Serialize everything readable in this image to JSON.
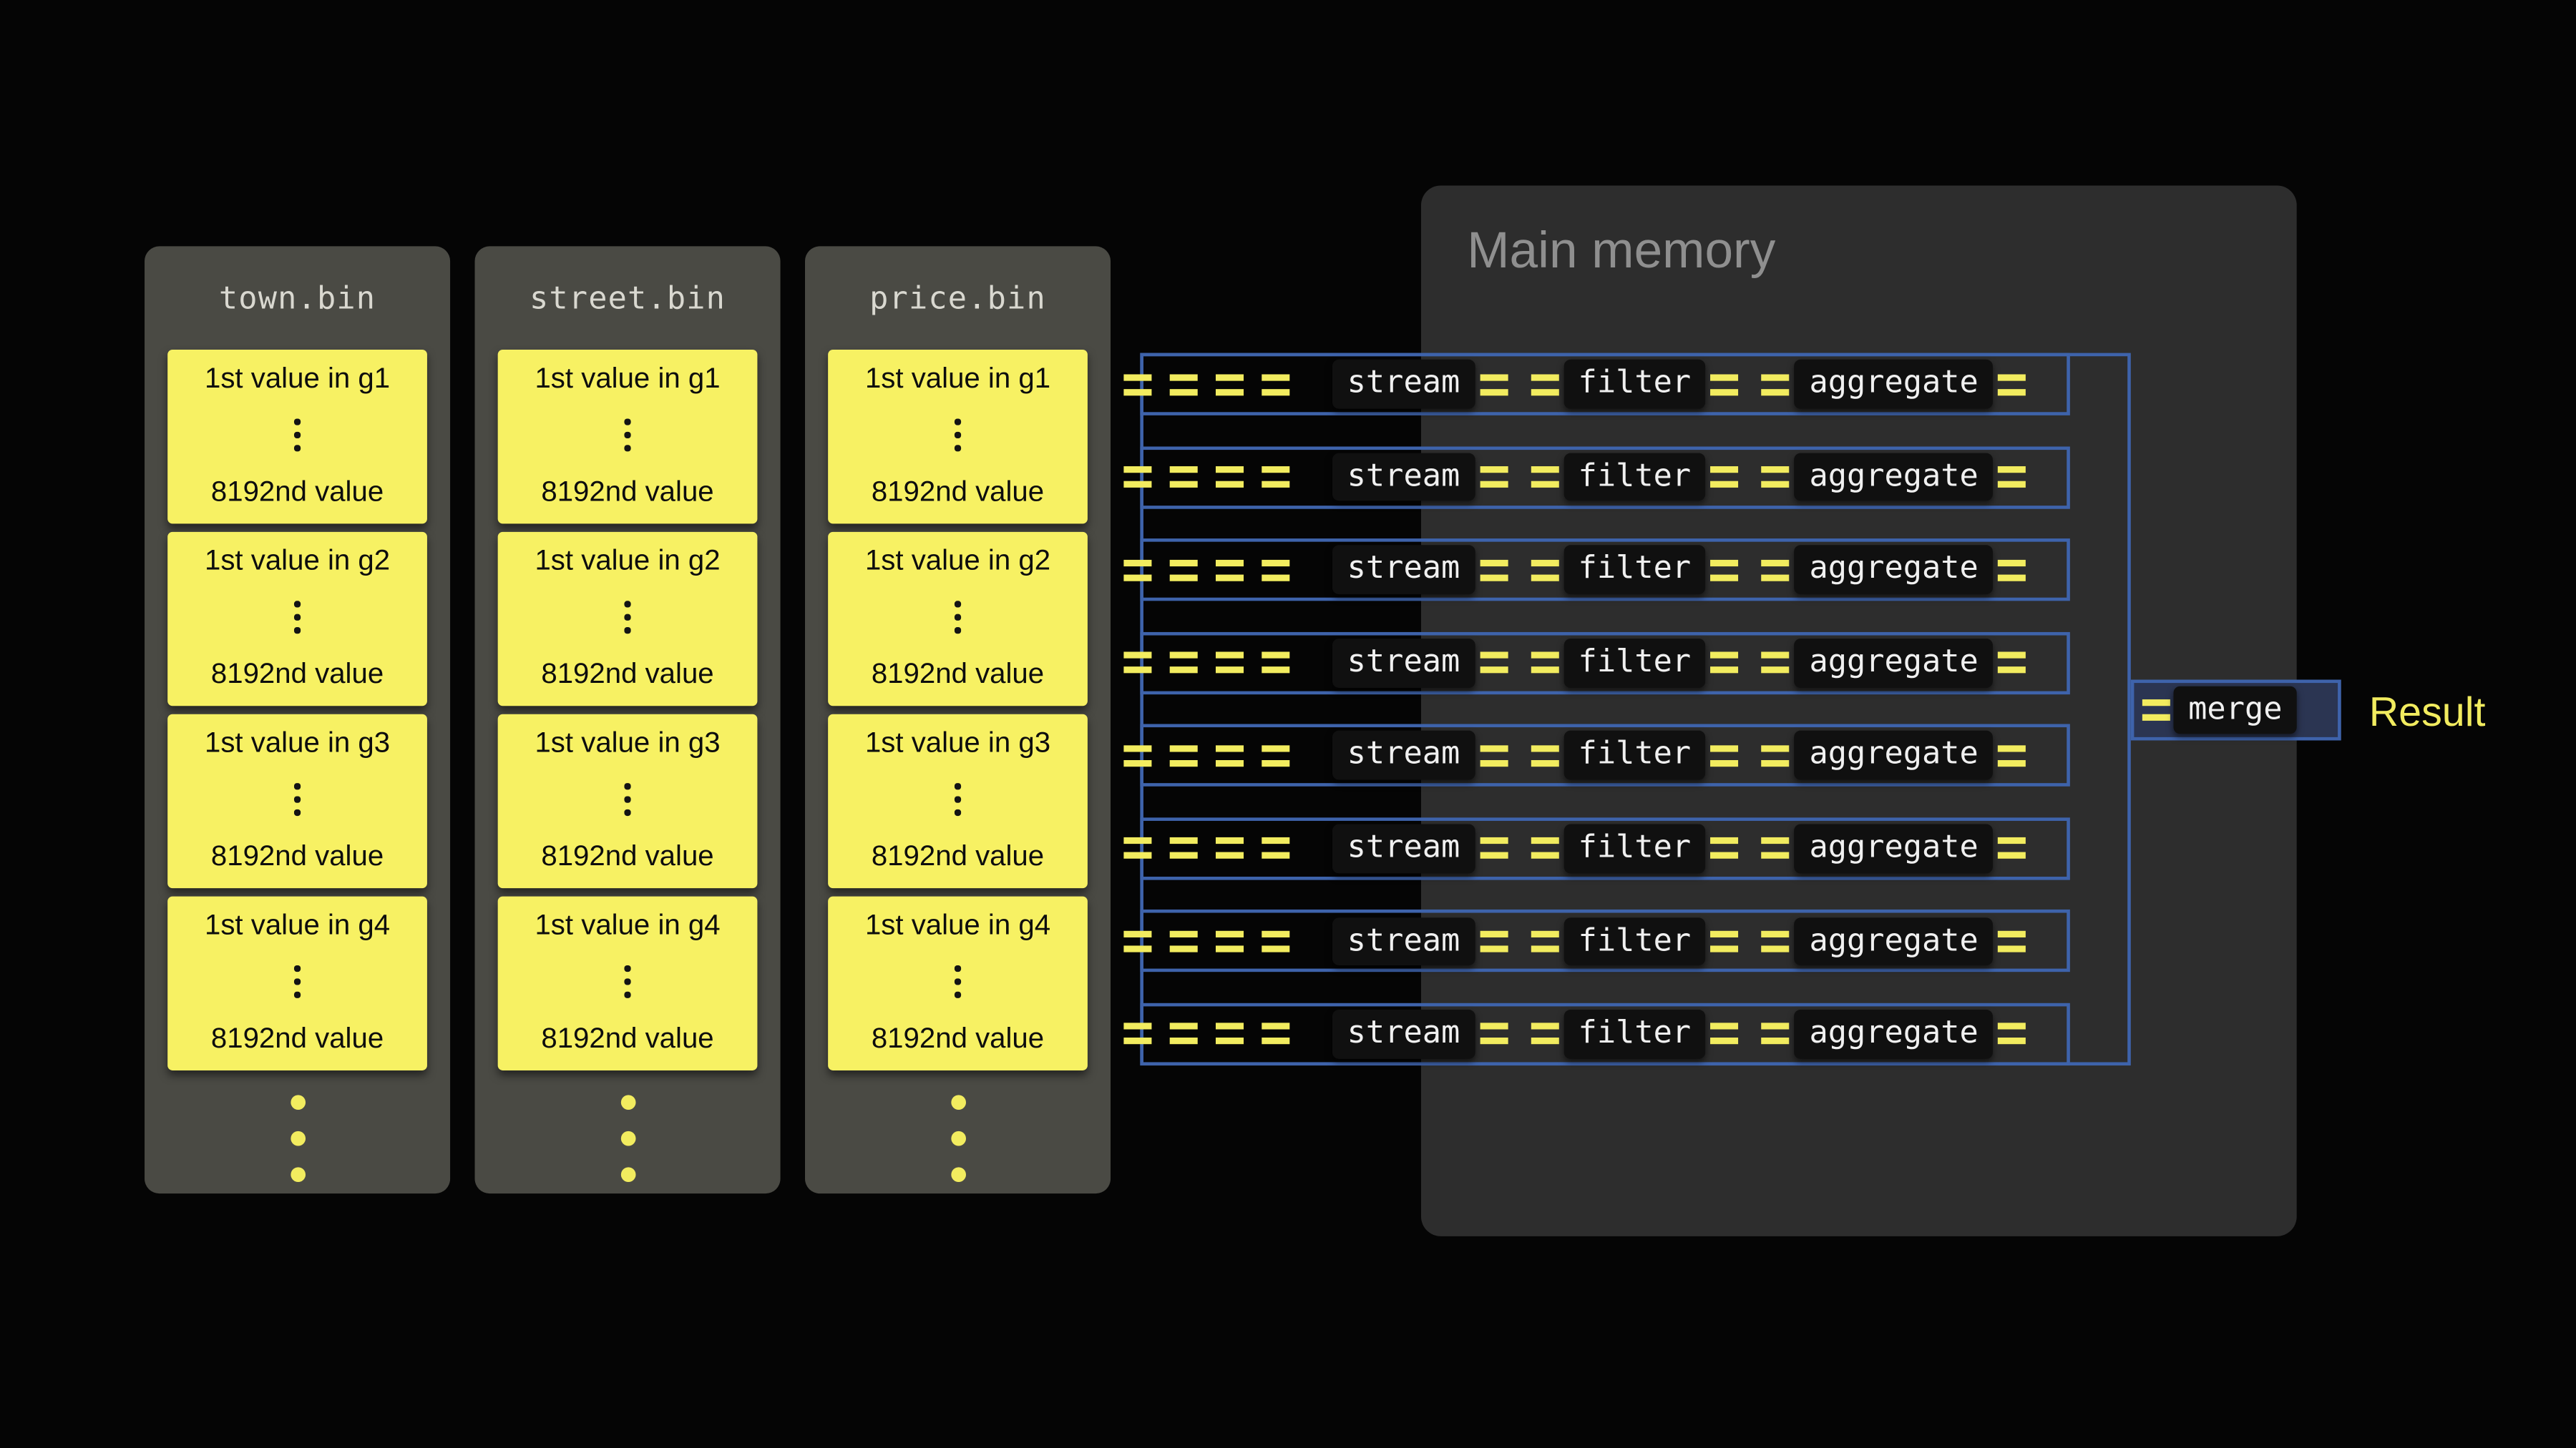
{
  "background": "#050505",
  "colors": {
    "yellow": "#f2ec5f",
    "block_yellow": "#f7f163",
    "blue": "#3e63ab",
    "panel": "#2d2d2d",
    "card": "#4a4a44",
    "card_title": "#d9d8d0",
    "box_bg": "#101010",
    "box_text": "#f0f0f0",
    "merge_fill": "#2b3552",
    "memory_title": "#8f8f8f",
    "block_text": "#0d0d0d"
  },
  "files": [
    {
      "title": "town.bin",
      "groups": [
        {
          "first": "1st value in g1",
          "last": "8192nd value"
        },
        {
          "first": "1st value in g2",
          "last": "8192nd value"
        },
        {
          "first": "1st value in g3",
          "last": "8192nd value"
        },
        {
          "first": "1st value in g4",
          "last": "8192nd value"
        }
      ]
    },
    {
      "title": "street.bin",
      "groups": [
        {
          "first": "1st value in g1",
          "last": "8192nd value"
        },
        {
          "first": "1st value in g2",
          "last": "8192nd value"
        },
        {
          "first": "1st value in g3",
          "last": "8192nd value"
        },
        {
          "first": "1st value in g4",
          "last": "8192nd value"
        }
      ]
    },
    {
      "title": "price.bin",
      "groups": [
        {
          "first": "1st value in g1",
          "last": "8192nd value"
        },
        {
          "first": "1st value in g2",
          "last": "8192nd value"
        },
        {
          "first": "1st value in g3",
          "last": "8192nd value"
        },
        {
          "first": "1st value in g4",
          "last": "8192nd value"
        }
      ]
    }
  ],
  "memory": {
    "title": "Main memory"
  },
  "pipeline": {
    "row_count": 8,
    "stages": [
      "stream",
      "filter",
      "aggregate"
    ]
  },
  "merge": {
    "label": "merge"
  },
  "result_label": "Result"
}
